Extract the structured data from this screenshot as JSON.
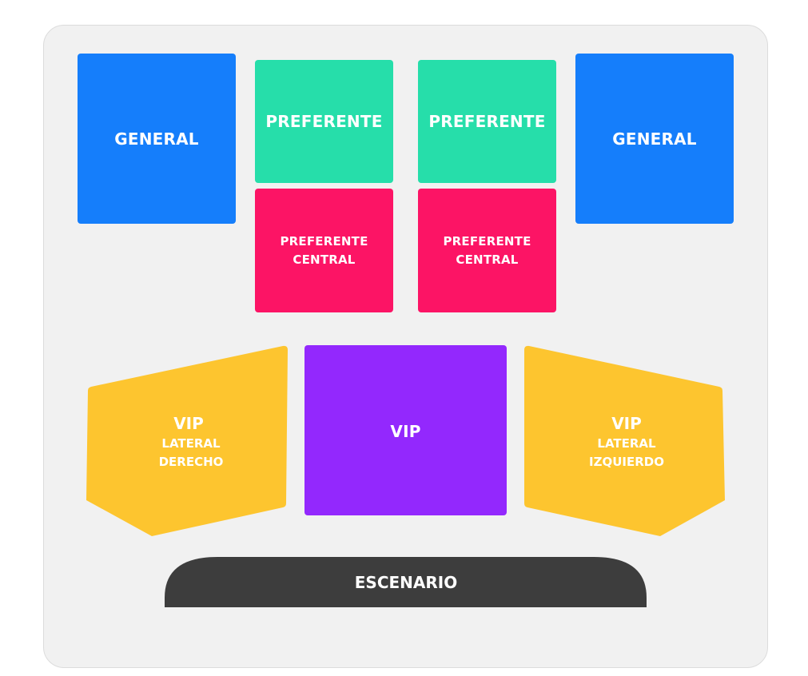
{
  "colors": {
    "general": "#157efb",
    "preferente": "#26deaa",
    "preferente_central": "#fc1465",
    "vip": "#9328fd",
    "vip_lateral": "#fdc52f",
    "escenario": "#3d3d3d",
    "venue_background": "#f1f1f1"
  },
  "zones": {
    "general_left": {
      "label": "GENERAL"
    },
    "general_right": {
      "label": "GENERAL"
    },
    "preferente_left": {
      "label": "PREFERENTE"
    },
    "preferente_right": {
      "label": "PREFERENTE"
    },
    "preferente_central_left": {
      "line1": "PREFERENTE",
      "line2": "CENTRAL"
    },
    "preferente_central_right": {
      "line1": "PREFERENTE",
      "line2": "CENTRAL"
    },
    "vip_center": {
      "label": "VIP"
    },
    "vip_lateral_left": {
      "title": "VIP",
      "line1": "LATERAL",
      "line2": "DERECHO"
    },
    "vip_lateral_right": {
      "title": "VIP",
      "line1": "LATERAL",
      "line2": "IZQUIERDO"
    }
  },
  "stage": {
    "label": "ESCENARIO"
  }
}
